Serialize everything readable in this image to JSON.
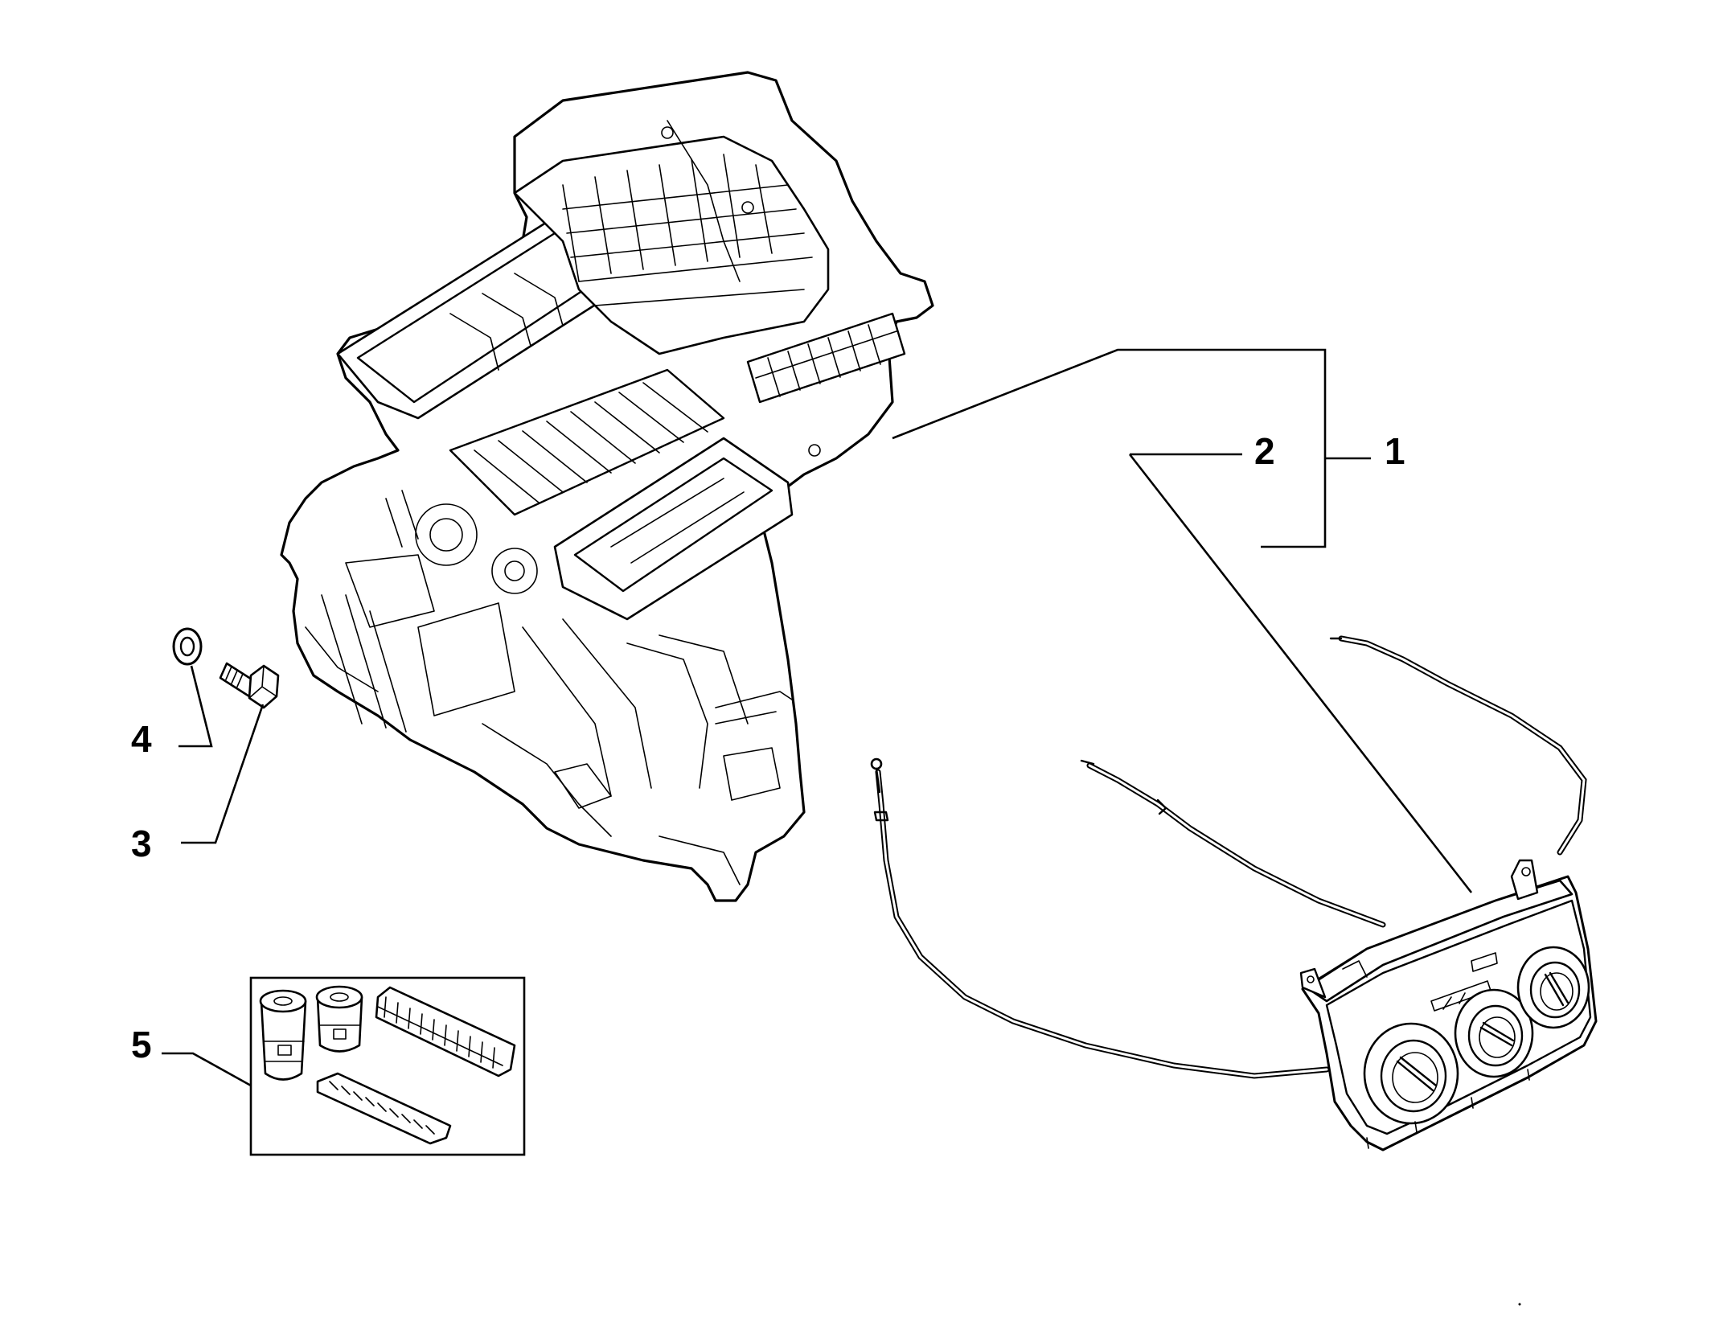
{
  "callouts": {
    "c1": "1",
    "c2": "2",
    "c3": "3",
    "c4": "4",
    "c5": "5"
  },
  "colors": {
    "line": "#000000",
    "background": "#ffffff"
  },
  "icons": {
    "hvac_unit": "hvac-heater-housing-icon",
    "control_panel": "climate-control-panel-icon",
    "bolt": "bolt-icon",
    "washer": "washer-icon",
    "filter_kit": "filter-kit-icon"
  }
}
